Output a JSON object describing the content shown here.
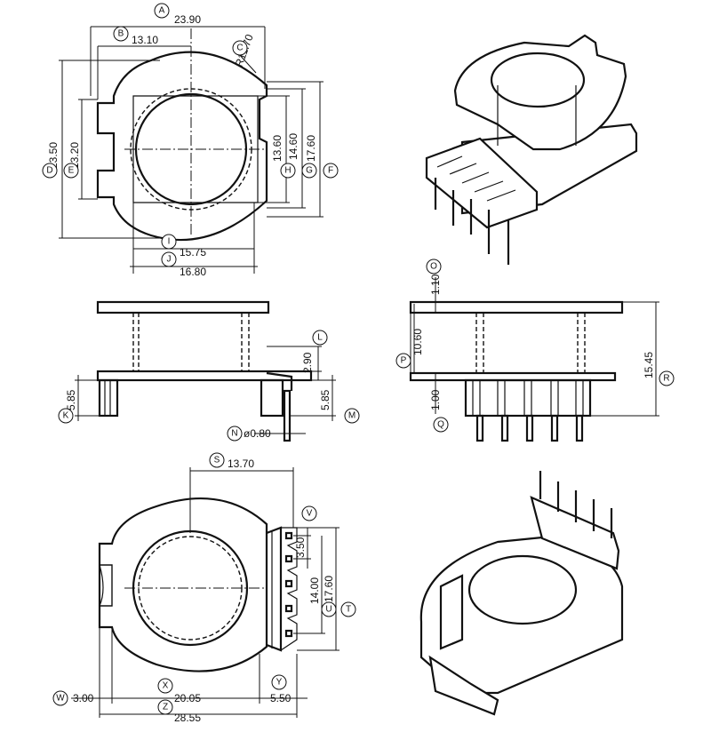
{
  "top_view": {
    "A": {
      "letter": "A",
      "value": "23.90"
    },
    "B": {
      "letter": "B",
      "value": "13.10"
    },
    "C": {
      "letter": "C",
      "value": "R11.70"
    },
    "D": {
      "letter": "D",
      "value": "23.50"
    },
    "E": {
      "letter": "E",
      "value": "13.20"
    },
    "F": {
      "letter": "F",
      "value": "17.60"
    },
    "G": {
      "letter": "G",
      "value": "14.60"
    },
    "H": {
      "letter": "H",
      "value": "13.60"
    },
    "I": {
      "letter": "I",
      "value": "15.75"
    },
    "J": {
      "letter": "J",
      "value": "16.80"
    }
  },
  "side_view": {
    "K": {
      "letter": "K",
      "value": "5.85"
    },
    "L": {
      "letter": "L",
      "value": "2.90"
    },
    "M": {
      "letter": "M",
      "value": "5.85"
    },
    "N": {
      "letter": "N",
      "value": "ø0.80"
    }
  },
  "front_view": {
    "O": {
      "letter": "O",
      "value": "1.10"
    },
    "P": {
      "letter": "P",
      "value": "10.60"
    },
    "Q": {
      "letter": "Q",
      "value": "1.00"
    },
    "R": {
      "letter": "R",
      "value": "15.45"
    }
  },
  "bottom_view": {
    "S": {
      "letter": "S",
      "value": "13.70"
    },
    "T": {
      "letter": "T",
      "value": "17.60"
    },
    "U": {
      "letter": "U",
      "value": "14.00"
    },
    "V": {
      "letter": "V",
      "value": "3.50"
    },
    "W": {
      "letter": "W",
      "value": "3.00"
    },
    "X": {
      "letter": "X",
      "value": "20.05"
    },
    "Y": {
      "letter": "Y",
      "value": "5.50"
    },
    "Z": {
      "letter": "Z",
      "value": "28.55"
    }
  }
}
